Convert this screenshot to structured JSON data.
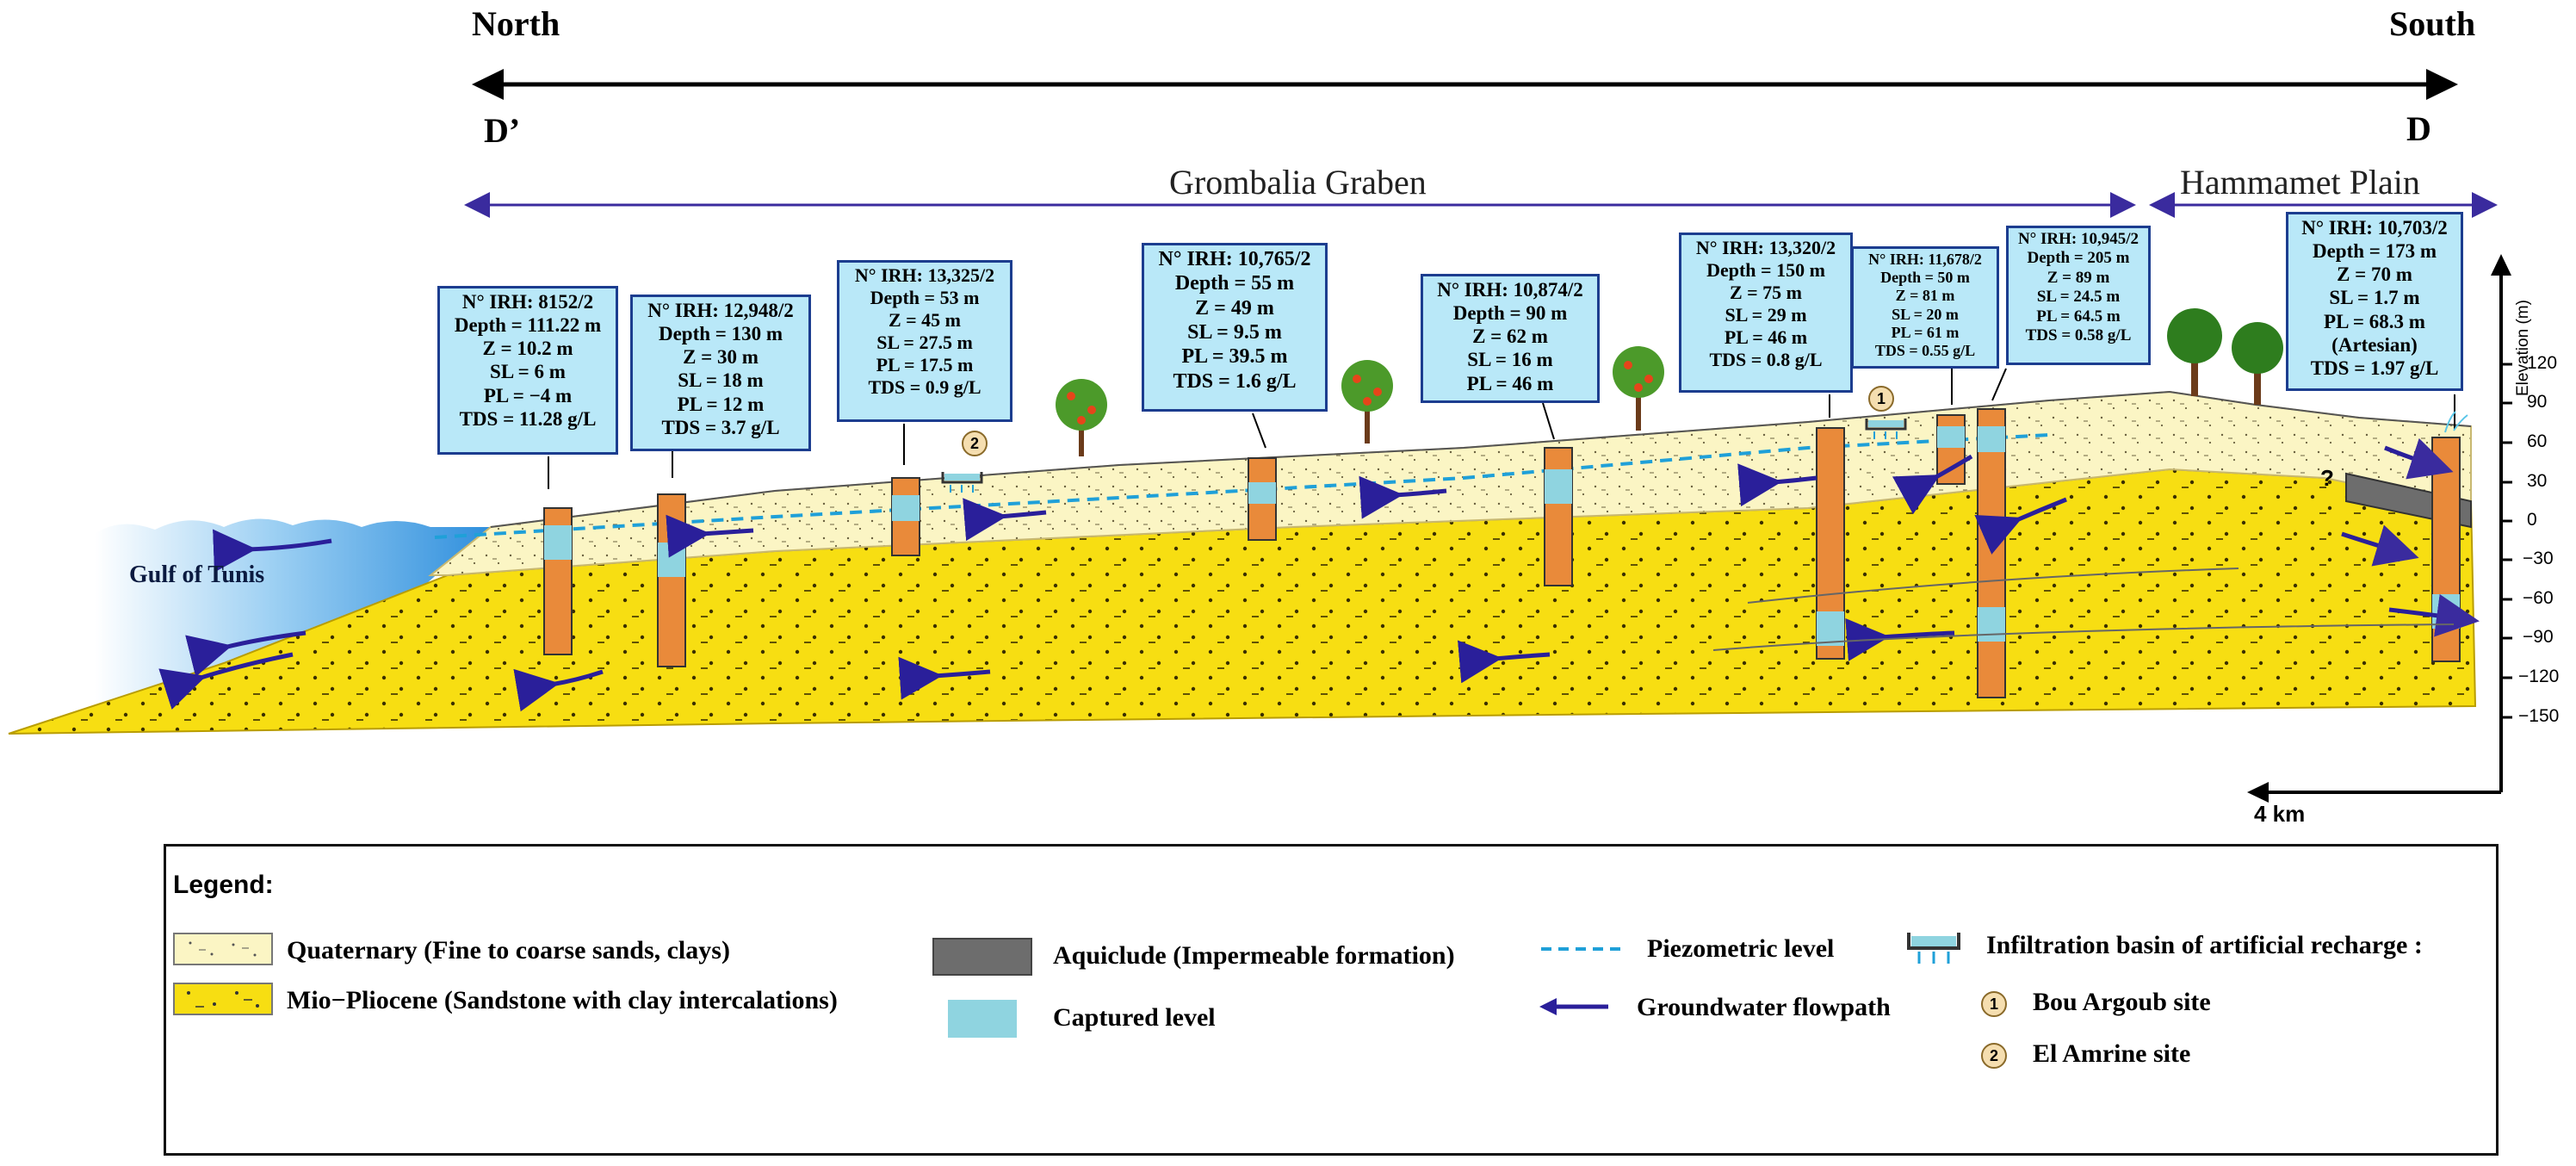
{
  "header": {
    "north": "North",
    "south": "South",
    "section_start": "D’",
    "section_end": "D"
  },
  "zones": {
    "graben": "Grombalia Graben",
    "plain": "Hammamet Plain"
  },
  "sea_label": "Gulf of Tunis",
  "wells": [
    {
      "lines": [
        "N° IRH: 8152/2",
        "Depth = 111.22 m",
        "Z = 10.2 m",
        "SL = 6 m",
        "PL = −4 m",
        "TDS = 11.28 g/L"
      ]
    },
    {
      "lines": [
        "N° IRH: 12,948/2",
        "Depth = 130 m",
        "Z = 30 m",
        "SL = 18 m",
        "PL = 12 m",
        "TDS = 3.7 g/L"
      ]
    },
    {
      "lines": [
        "N° IRH: 13,325/2",
        "Depth = 53 m",
        "Z = 45 m",
        "SL = 27.5 m",
        "PL = 17.5 m",
        "TDS = 0.9 g/L"
      ]
    },
    {
      "lines": [
        "N° IRH: 10,765/2",
        "Depth = 55 m",
        "Z = 49 m",
        "SL = 9.5 m",
        "PL = 39.5 m",
        "TDS = 1.6 g/L"
      ]
    },
    {
      "lines": [
        "N° IRH: 10,874/2",
        "Depth = 90 m",
        "Z = 62 m",
        "SL = 16 m",
        "PL = 46 m"
      ]
    },
    {
      "lines": [
        "N° IRH: 13,320/2",
        "Depth = 150 m",
        "Z = 75 m",
        "SL = 29 m",
        "PL = 46 m",
        "TDS = 0.8 g/L"
      ]
    },
    {
      "lines": [
        "N° IRH: 11,678/2",
        "Depth = 50 m",
        "Z = 81 m",
        "SL = 20 m",
        "PL = 61 m",
        "TDS = 0.55 g/L"
      ]
    },
    {
      "lines": [
        "N° IRH: 10,945/2",
        "Depth = 205 m",
        "Z = 89 m",
        "SL = 24.5 m",
        "PL = 64.5 m",
        "TDS = 0.58 g/L"
      ]
    },
    {
      "lines": [
        "N° IRH: 10,703/2",
        "Depth = 173 m",
        "Z = 70 m",
        "SL = 1.7 m",
        "PL = 68.3 m",
        "(Artesian)",
        "TDS = 1.97 g/L"
      ]
    }
  ],
  "elevation_axis": {
    "title": "Elevation (m)",
    "ticks": [
      "120",
      "90",
      "60",
      "30",
      "0",
      "−30",
      "−60",
      "−90",
      "−120",
      "−150"
    ]
  },
  "scale": "4 km",
  "question_mark": "?",
  "site_markers": [
    "1",
    "2"
  ],
  "legend": {
    "title": "Legend:",
    "quaternary": "Quaternary (Fine to coarse sands, clays)",
    "miopliocene": "Mio−Pliocene (Sandstone with clay intercalations)",
    "aquiclude": "Aquiclude (Impermeable formation)",
    "captured": "Captured level",
    "piezometric": "Piezometric level",
    "flowpath": "Groundwater flowpath",
    "basin": "Infiltration basin of artificial recharge :",
    "site1": "Bou Argoub site",
    "site2": "El Amrine site",
    "site1_num": "1",
    "site2_num": "2"
  },
  "colors": {
    "quaternary": "#fbf5c4",
    "miopliocene": "#f7de12",
    "sea": "#5aaee8",
    "well": "#e98a3a",
    "captured": "#8fd4e0",
    "aquiclude": "#6d6d6d",
    "flowpath": "#2a1f9a",
    "piezometric": "#1fa0d8",
    "box_fill": "#b9e8f8",
    "box_border": "#1c3d8f"
  }
}
